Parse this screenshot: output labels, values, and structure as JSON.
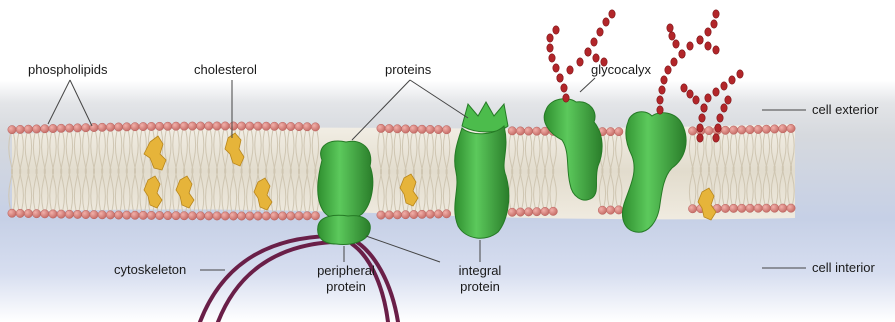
{
  "labels": {
    "phospholipids": "phospholipids",
    "cholesterol": "cholesterol",
    "proteins": "proteins",
    "glycocalyx": "glycocalyx",
    "cell_exterior": "cell exterior",
    "cell_interior": "cell interior",
    "cytoskeleton": "cytoskeleton",
    "peripheral_protein_line1": "peripheral",
    "peripheral_protein_line2": "protein",
    "integral_protein_line1": "integral",
    "integral_protein_line2": "protein"
  },
  "colors": {
    "exterior_top": "#ffffff",
    "exterior_band": "#dfe1e5",
    "interior_band": "#b9c6e2",
    "phospholipid_head": "#dc8a84",
    "phospholipid_head_dark": "#b8605c",
    "tail": "#e8e1d2",
    "cholesterol": "#e6b43a",
    "protein": "#3fae3f",
    "protein_dark": "#257a25",
    "glycocalyx": "#b2262a",
    "cytoskeleton": "#6a1f48",
    "leader_line": "#555555"
  }
}
